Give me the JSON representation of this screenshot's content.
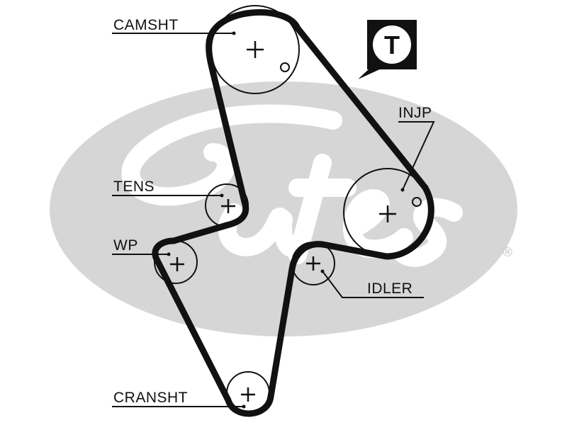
{
  "diagram": {
    "brand": {
      "icon": "gates-logo-watermark",
      "registered_mark": "®",
      "watermark_color": "#d3d3d3"
    },
    "badge": {
      "letter": "T",
      "icon": "timing-belt-t-badge"
    },
    "labels": {
      "camshaft": "CAMSHT",
      "injection_pump": "INJP",
      "tensioner": "TENS",
      "water_pump": "WP",
      "idler": "IDLER",
      "crankshaft": "CRANSHT"
    },
    "colors": {
      "line": "#111111",
      "background": "#ffffff"
    }
  }
}
